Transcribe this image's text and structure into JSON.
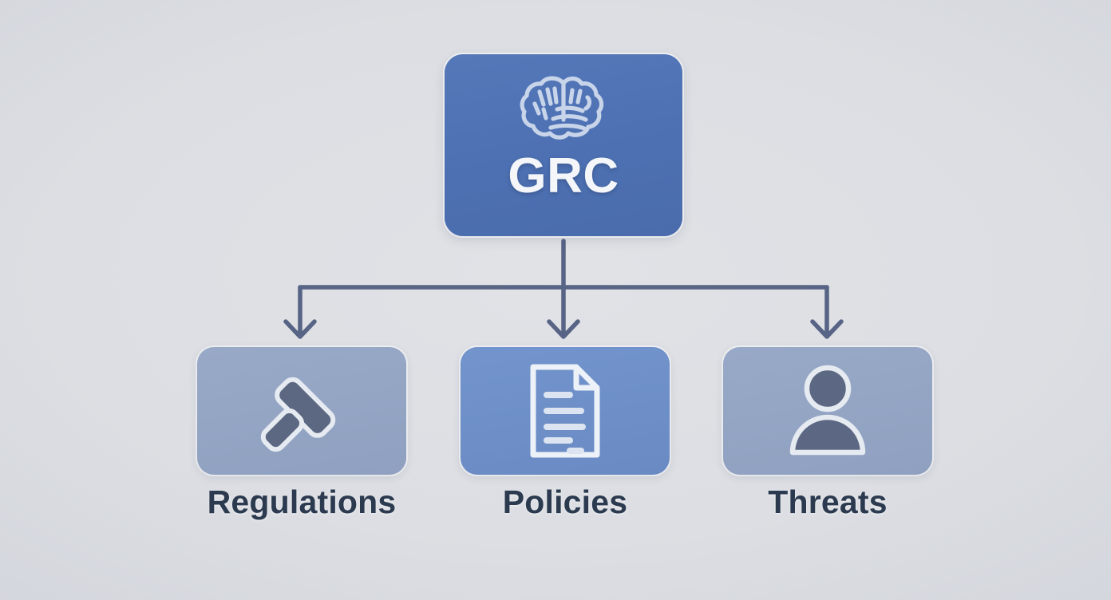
{
  "diagram": {
    "type": "hierarchy-tree",
    "background_color": "#dcdee3",
    "root": {
      "label": "GRC",
      "icon": "brain-icon",
      "fill_color": "#4d71b3",
      "text_color": "#f4f6fa"
    },
    "connector": {
      "color": "#4d5a7d",
      "style": "elbow-with-arrowheads",
      "stroke_width": 5
    },
    "children": [
      {
        "label": "Regulations",
        "icon": "gavel-icon",
        "fill_color": "#94a5c4",
        "icon_color": "#566178",
        "icon_outline_color": "#e9edf3"
      },
      {
        "label": "Policies",
        "icon": "document-icon",
        "fill_color": "#6e8fc8",
        "icon_color": "#dfe7f2",
        "icon_outline_color": "#f2f5fa"
      },
      {
        "label": "Threats",
        "icon": "person-icon",
        "fill_color": "#94a5c4",
        "icon_color": "#5b6781",
        "icon_outline_color": "#e9edf3"
      }
    ],
    "label_text_color": "#2b3a4f"
  }
}
